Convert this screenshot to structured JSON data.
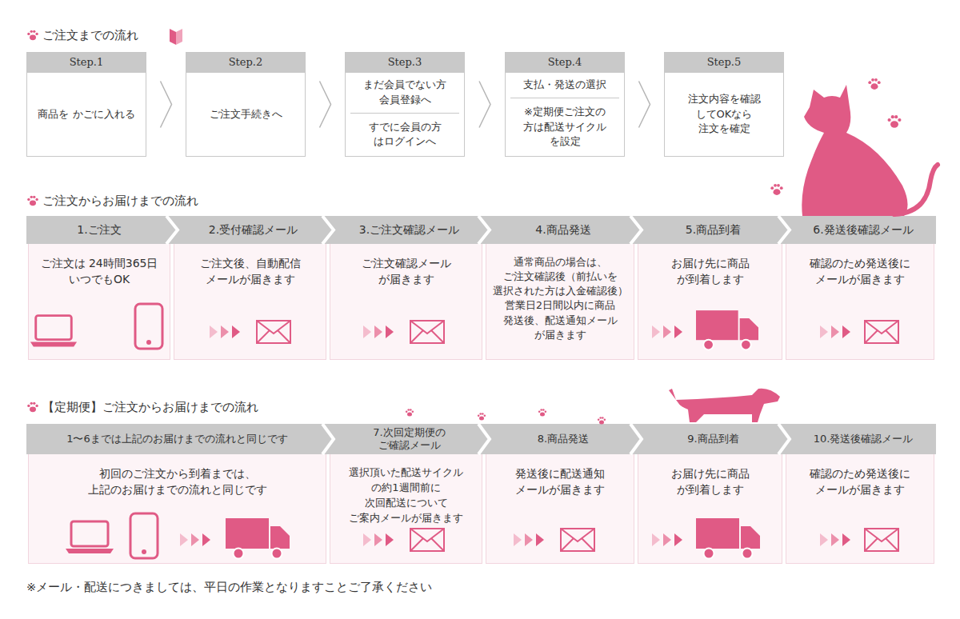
{
  "diagram": {
    "nodes": [
      {
        "text": [
          "Step.1",
          "商品を かごに入れる"
        ]
      },
      {
        "text": [
          "Step.2",
          "ご注文手続きへ"
        ]
      },
      {
        "text": [
          "Step.3",
          "まだ会員でない方 会員登録へ",
          "すでに会員の方 はログインへ"
        ]
      },
      {
        "text": [
          "Step.4",
          "支払・発送の選択",
          "※定期便ご注文の 方は配送サイクル を設定"
        ]
      },
      {
        "text": [
          "Step.5",
          "注文内容を確認 してOKなら 注文を確定"
        ]
      },
      {
        "text": [
          "1.ご注文",
          "ご注文は 24時間365日 いつでもOK"
        ]
      },
      {
        "text": [
          "2.受付確認メール",
          "ご注文後、自動配信 メールが届きます"
        ]
      },
      {
        "text": [
          "3.ご注文確認メール",
          "ご注文確認メール が届きます"
        ]
      },
      {
        "text": [
          "4.商品発送",
          "通常商品の場合は、 ご注文確認後（前払いを 選択された方は入金確認後） 営業日2日間以内に商品 発送後、配送通知メール が届きます"
        ]
      },
      {
        "text": [
          "5.商品到着",
          "お届け先に商品 が到着します"
        ]
      },
      {
        "text": [
          "6.発送後確認メール",
          "確認のため発送後に メールが届きます"
        ]
      },
      {
        "text": [
          "1〜6までは上記のお届けまでの流れと同じです",
          "初回のご注文から到着までは、 上記のお届けまでの流れと同じです"
        ]
      },
      {
        "text": [
          "7.次回定期便の ご確認メール",
          "選択頂いた配送サイクル の約1週間前に 次回配送について ご案内メールが届きます"
        ]
      },
      {
        "text": [
          "8.商品発送",
          "発送後に配送通知 メールが届きます"
        ]
      },
      {
        "text": [
          "9.商品到着",
          "お届け先に商品 が到着します"
        ]
      },
      {
        "text": [
          "10.発送後確認メール",
          "確認のため発送後に メールが届きます"
        ]
      }
    ],
    "edges": [
      {
        "from": 0,
        "to": 1,
        "arrow": "to"
      },
      {
        "from": 1,
        "to": 2,
        "arrow": "to"
      },
      {
        "from": 2,
        "to": 3,
        "arrow": "to"
      },
      {
        "from": 3,
        "to": 4,
        "arrow": "to"
      }
    ],
    "labels": [
      "ご注文までの流れ",
      "ご注文からお届けまでの流れ",
      "【定期便】ご注文からお届けまでの流れ",
      "※メール・配送につきましては、平日の作業となりますことご了承ください"
    ]
  }
}
